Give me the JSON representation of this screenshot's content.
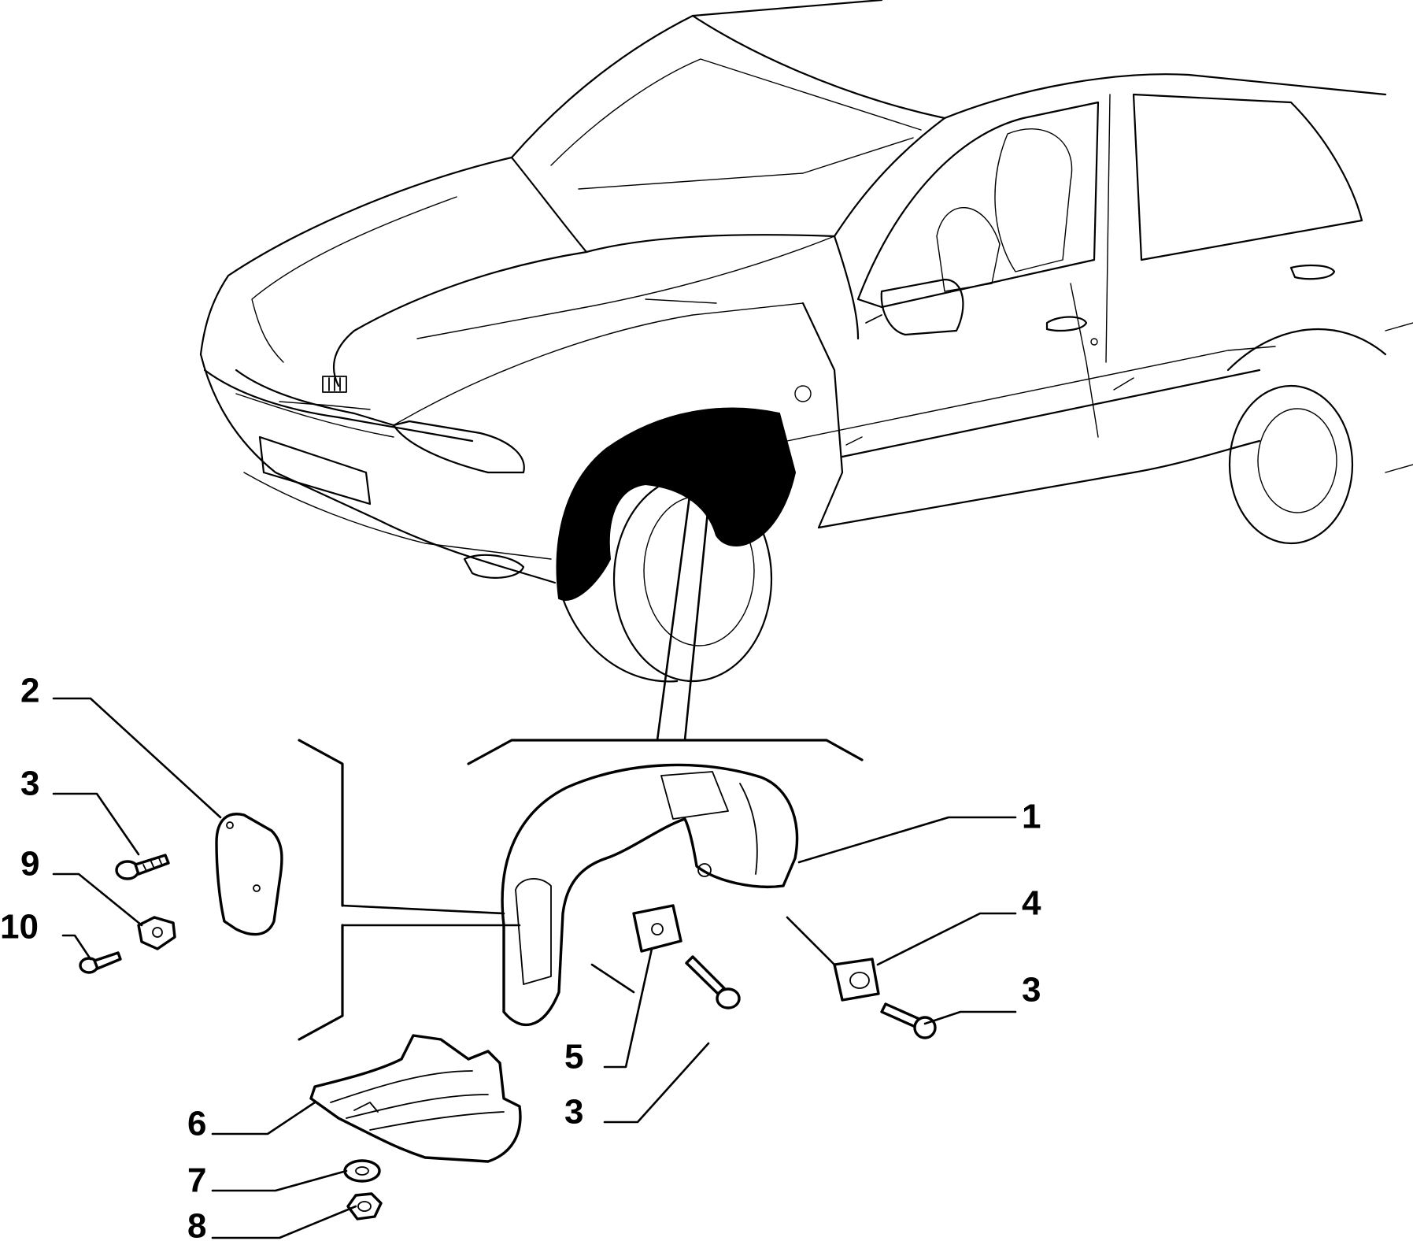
{
  "callouts": [
    {
      "id": "c1",
      "label": "1"
    },
    {
      "id": "c2",
      "label": "2"
    },
    {
      "id": "c3a",
      "label": "3"
    },
    {
      "id": "c9",
      "label": "9"
    },
    {
      "id": "c10",
      "label": "10"
    },
    {
      "id": "c4",
      "label": "4"
    },
    {
      "id": "c3b",
      "label": "3"
    },
    {
      "id": "c5",
      "label": "5"
    },
    {
      "id": "c3c",
      "label": "3"
    },
    {
      "id": "c6",
      "label": "6"
    },
    {
      "id": "c7",
      "label": "7"
    },
    {
      "id": "c8",
      "label": "8"
    }
  ],
  "colors": {
    "line": "#000000",
    "background": "#ffffff",
    "highlight": "#000000"
  }
}
